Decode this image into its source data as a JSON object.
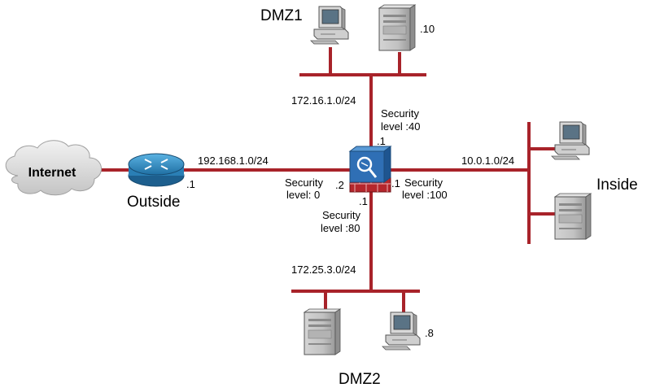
{
  "zones": {
    "dmz1": "DMZ1",
    "dmz2": "DMZ2",
    "inside": "Inside",
    "outside": "Outside",
    "internet": "Internet"
  },
  "networks": {
    "outside": "192.168.1.0/24",
    "dmz1": "172.16.1.0/24",
    "dmz2": "172.25.3.0/24",
    "inside": "10.0.1.0/24"
  },
  "hosts": {
    "dmz1_server": ".10",
    "dmz2_pc": ".8"
  },
  "router": {
    "outside_ip": ".1"
  },
  "firewall": {
    "outside_ip": ".2",
    "outside_security_1": "Security",
    "outside_security_2": "level: 0",
    "dmz1_ip": ".1",
    "dmz1_security_1": "Security",
    "dmz1_security_2": "level :40",
    "inside_ip": ".1",
    "inside_security_1": "Security",
    "inside_security_2": "level :100",
    "dmz2_ip": ".1",
    "dmz2_security_1": "Security",
    "dmz2_security_2": "level :80"
  },
  "colors": {
    "link": "#a8232a",
    "router": "#2f8fc4",
    "firewall": "#2f6fb5"
  },
  "icons": [
    "cloud-icon",
    "router-icon",
    "firewall-icon",
    "workstation-icon",
    "server-icon"
  ]
}
